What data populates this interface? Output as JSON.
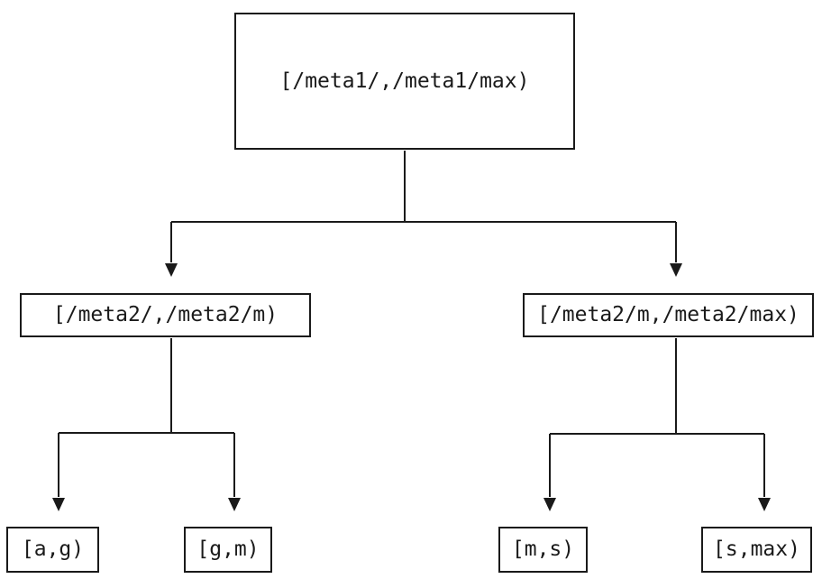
{
  "diagram": {
    "type": "interval-partition-tree",
    "colors": {
      "line": "#1a1a1a",
      "background": "#ffffff"
    },
    "tree": {
      "root": {
        "label": "[/meta1/,/meta1/max)",
        "children": [
          {
            "label": "[/meta2/,/meta2/m)",
            "children": [
              {
                "label": "[a,g)"
              },
              {
                "label": "[g,m)"
              }
            ]
          },
          {
            "label": "[/meta2/m,/meta2/max)",
            "children": [
              {
                "label": "[m,s)"
              },
              {
                "label": "[s,max)"
              }
            ]
          }
        ]
      }
    }
  }
}
